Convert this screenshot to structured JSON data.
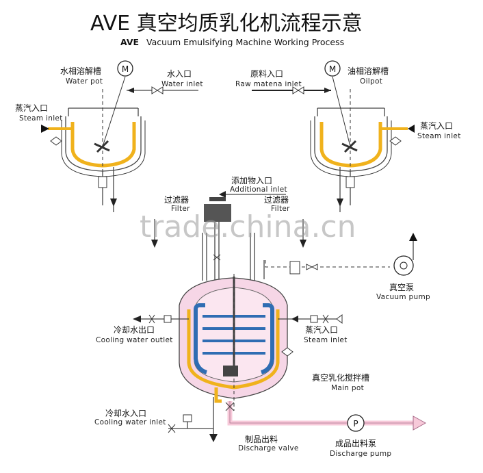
{
  "title": {
    "main": "AVE 真空均质乳化机流程示意",
    "sub_brand": "AVE",
    "sub": "Vacuum Emulsifying Machine Working Process"
  },
  "water_pot": {
    "cn": "水相溶解槽",
    "en": "Water pot",
    "motor": "M"
  },
  "water_inlet": {
    "cn": "水入口",
    "en": "Water inlet"
  },
  "raw_inlet": {
    "cn": "原料入口",
    "en": "Raw matena inlet"
  },
  "oil_pot": {
    "cn": "油相溶解槽",
    "en": "Oilpot",
    "motor": "M"
  },
  "steam_inlet_left": {
    "cn": "蒸汽入口",
    "en": "Steam inlet"
  },
  "steam_inlet_right": {
    "cn": "蒸汽入口",
    "en": "Steam inlet"
  },
  "additional_inlet": {
    "cn": "添加物入口",
    "en": "Additional inlet"
  },
  "filter_left": {
    "cn": "过滤器",
    "en": "Filter"
  },
  "filter_right": {
    "cn": "过滤器",
    "en": "Filter"
  },
  "vacuum_pump": {
    "cn": "真空泵",
    "en": "Vacuum pump"
  },
  "cooling_outlet": {
    "cn": "冷却水出口",
    "en": "Cooling water outlet"
  },
  "steam_inlet_main": {
    "cn": "蒸汽入口",
    "en": "Steam inlet"
  },
  "main_pot": {
    "cn": "真空乳化搅拌槽",
    "en": "Main pot"
  },
  "cooling_inlet": {
    "cn": "冷却水入口",
    "en": "Cooling water inlet"
  },
  "discharge_valve": {
    "cn": "制品出料",
    "en": "Discharge valve"
  },
  "discharge_pump": {
    "cn": "成品出料泵",
    "en": "Discharge pump",
    "symbol": "P"
  },
  "watermark": "trade.china.cn",
  "colors": {
    "jacket": "#f0b21c",
    "main_body": "#f6d6e6",
    "agitator": "#2f6db3",
    "discharge_pipe": "#f7c9d9"
  }
}
